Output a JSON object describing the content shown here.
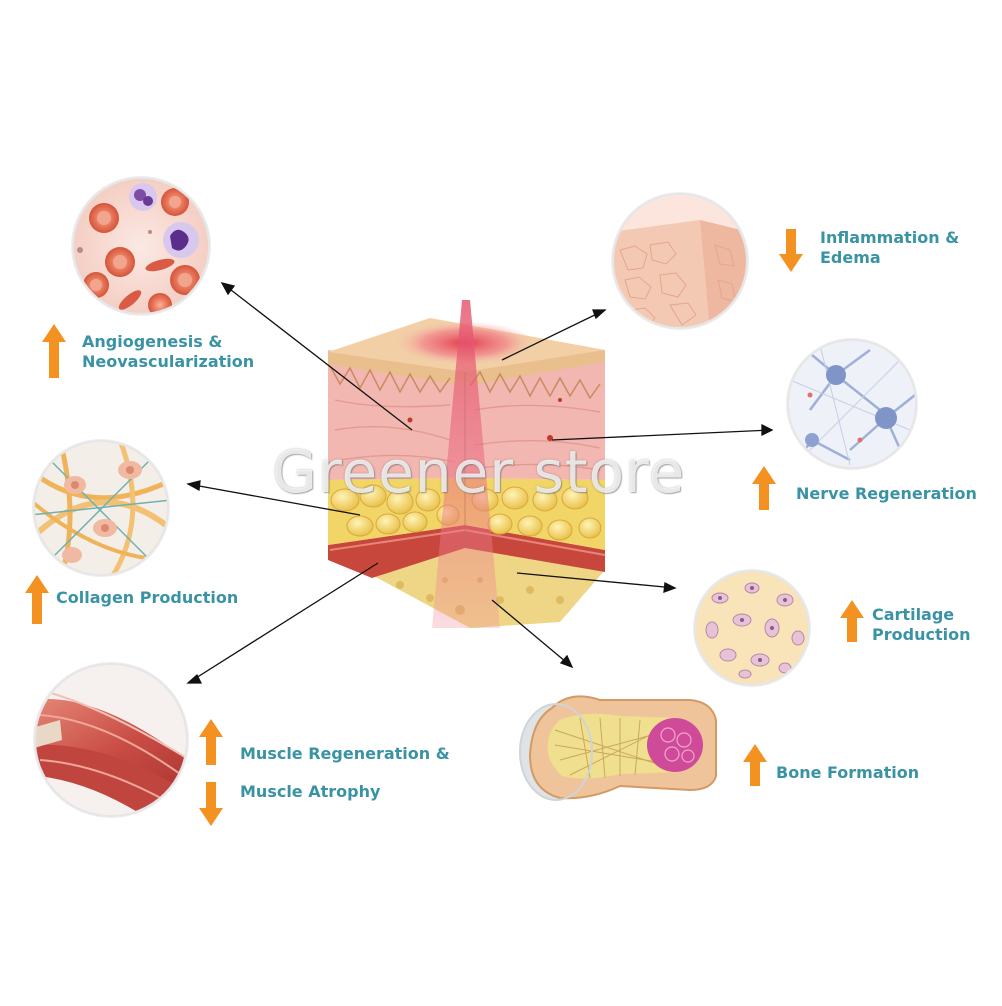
{
  "watermark": "Greener store",
  "colors": {
    "label": "#3a93a5",
    "arrow": "#f39221",
    "pointer": "#111111"
  },
  "labels": {
    "angiogenesis": {
      "line1": "Angiogenesis &",
      "line2": "Neovascularization",
      "direction": "up"
    },
    "collagen": {
      "line1": "Collagen Production",
      "direction": "up"
    },
    "muscle": {
      "line1": "Muscle Regeneration &",
      "line2": "Muscle Atrophy",
      "direction": "up-down"
    },
    "inflammation": {
      "line1": "Inflammation &",
      "line2": "Edema",
      "direction": "down"
    },
    "nerve": {
      "line1": "Nerve Regeneration",
      "direction": "up"
    },
    "cartilage": {
      "line1": "Cartilage",
      "line2": "Production",
      "direction": "up"
    },
    "bone": {
      "line1": "Bone Formation",
      "direction": "up"
    }
  },
  "icons": [
    "blood-cells-icon",
    "collagen-fibers-icon",
    "muscle-fiber-icon",
    "epidermis-cells-icon",
    "neuron-icon",
    "cartilage-cells-icon",
    "bone-cross-section-icon",
    "skin-layers-cube-icon"
  ]
}
